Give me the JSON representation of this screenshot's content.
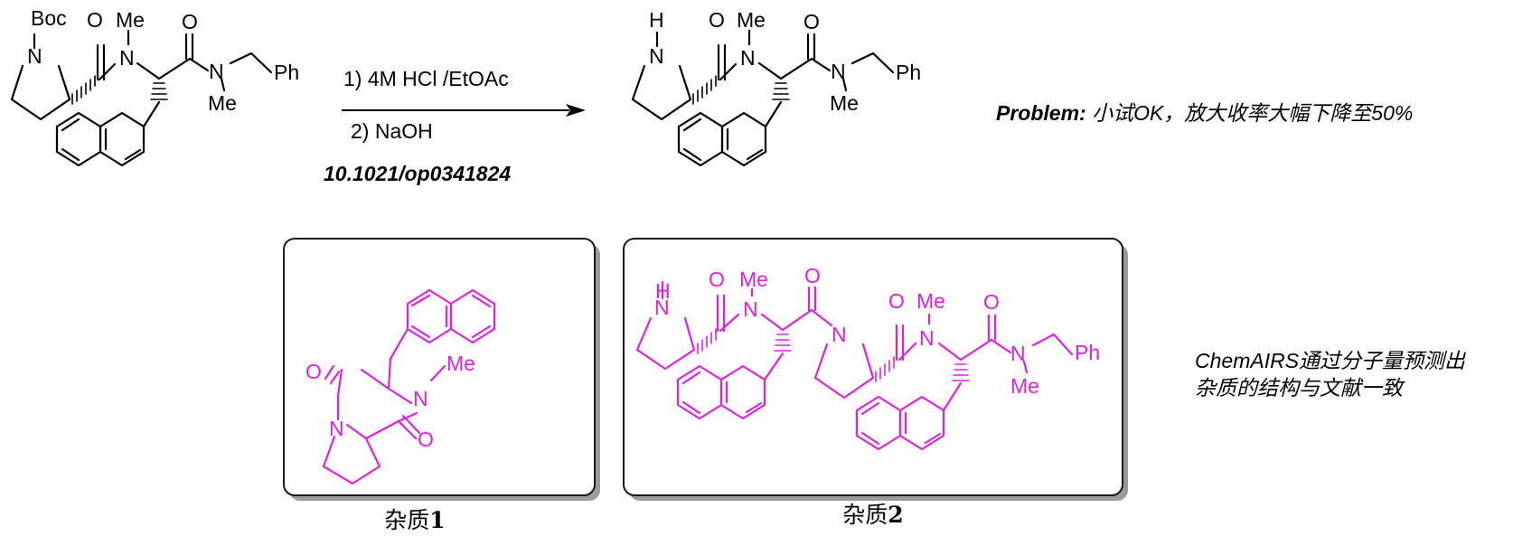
{
  "colors": {
    "ink": "#000000",
    "impurity": "#e020e0",
    "box_stroke": "#1a1a1a",
    "shadow": "#9a9a9a"
  },
  "reactant": {
    "boc": "Boc",
    "n_pro": "N",
    "o1": "O",
    "me1": "Me",
    "n1": "N",
    "o2": "O",
    "n2": "N",
    "me2": "Me",
    "ph": "Ph"
  },
  "conditions": {
    "step1": "1) 4M HCl /EtOAc",
    "step2": "2) NaOH",
    "doi": "10.1021/op0341824"
  },
  "product": {
    "h": "H",
    "n_pro": "N",
    "o1": "O",
    "me1": "Me",
    "n1": "N",
    "o2": "O",
    "n2": "N",
    "me2": "Me",
    "ph": "Ph"
  },
  "problem": {
    "label": "Problem:",
    "text": " 小试OK，放大收率大幅下降至50%"
  },
  "impurity1": {
    "o_top": "O",
    "n_me": "N",
    "me": "Me",
    "n_ring": "N",
    "o_bot": "O",
    "caption_prefix": "杂质",
    "caption_number": "1"
  },
  "impurity2": {
    "hn": "H",
    "n_pro": "N",
    "o1": "O",
    "me1": "Me",
    "n1": "N",
    "o2": "O",
    "n_pro2": "N",
    "o3": "O",
    "me2": "Me",
    "n3": "N",
    "o4": "O",
    "n4": "N",
    "me3": "Me",
    "ph": "Ph",
    "caption_prefix": "杂质",
    "caption_number": "2"
  },
  "note": {
    "line1": "ChemAIRS通过分子量预测出",
    "line2": "杂质的结构与文献一致"
  }
}
